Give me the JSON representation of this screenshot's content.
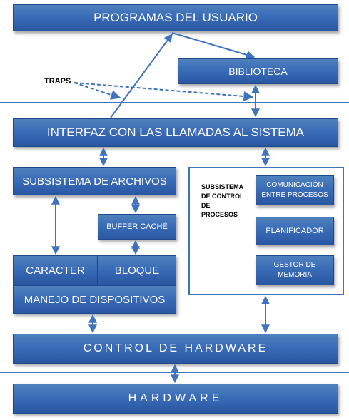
{
  "boxes": {
    "user_programs": "PROGRAMAS DEL USUARIO",
    "library": "BIBLIOTECA",
    "syscall_interface": "INTERFAZ CON LAS LLAMADAS AL SISTEMA",
    "file_subsystem": "SUBSISTEMA  DE ARCHIVOS",
    "buffer_cache": "BUFFER CACHÉ",
    "character": "CARACTER",
    "block": "BLOQUE",
    "device_handling": "MANEJO DE DISPOSITIVOS",
    "ipc": "COMUNICACIÓN ENTRE PROCESOS",
    "scheduler": "PLANIFICADOR",
    "memory_manager": "GESTOR DE MEMORIA",
    "hardware_control": "CONTROL DE HARDWARE",
    "hardware": "HARDWARE"
  },
  "labels": {
    "traps": "TRAPS",
    "process_control_line1": "SUBSISTEMA",
    "process_control_line2": "DE CONTROL",
    "process_control_line3": "DE",
    "process_control_line4": "PROCESOS"
  },
  "colors": {
    "box_fill": "#3a6cb8",
    "line": "#3f73bd",
    "text_on_box": "#ffffff"
  }
}
